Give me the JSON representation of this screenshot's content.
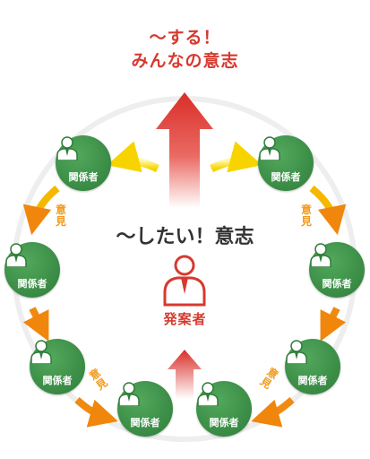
{
  "title": {
    "line1": "〜する！",
    "line2": "みんなの意志"
  },
  "center": {
    "will_label": "〜したい！意志",
    "proposer_label": "発案者"
  },
  "stakeholder_label": "関係者",
  "opinion_label": "意見",
  "colors": {
    "accent_red": "#d63a2f",
    "node_green": "#3a8a46",
    "arrow_yellow": "#f5d800",
    "arrow_orange": "#f08a10",
    "opinion_text": "#f39a1c"
  }
}
